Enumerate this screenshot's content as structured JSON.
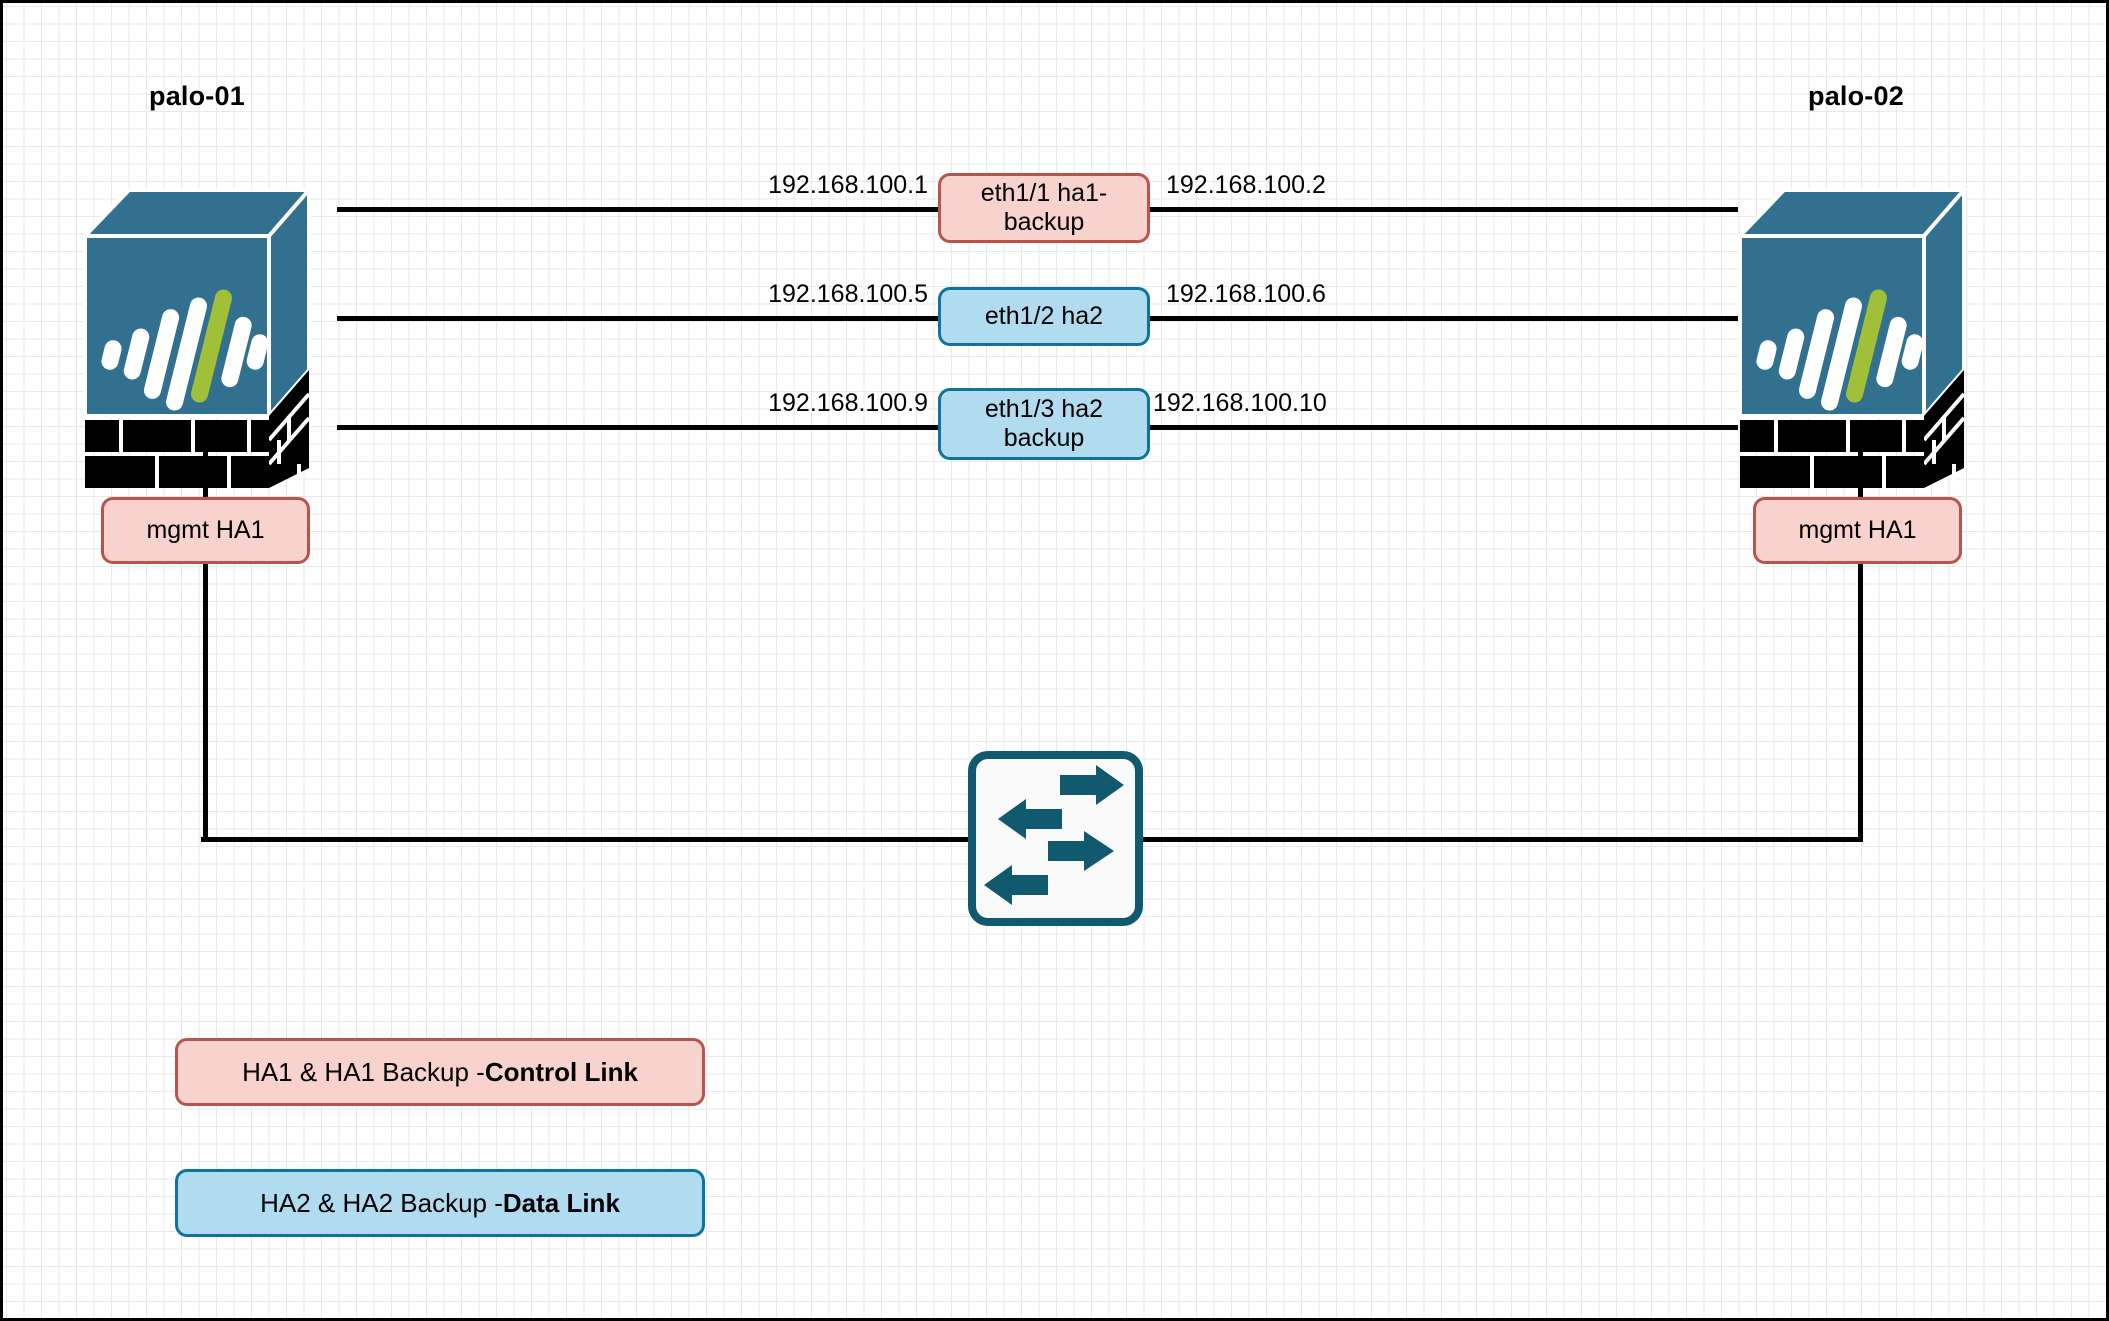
{
  "diagram": {
    "title_left": "palo-01",
    "title_right": "palo-02",
    "devices": [
      {
        "name": "palo-01",
        "type": "palo-alto-firewall"
      },
      {
        "name": "palo-02",
        "type": "palo-alto-firewall"
      }
    ],
    "links": [
      {
        "interface": "eth1/1 ha1-\nbackup",
        "interface_line1": "eth1/1 ha1-",
        "interface_line2": "backup",
        "kind": "control",
        "color": "#f8d2cc",
        "border": "#b85450",
        "left_ip": "192.168.100.1",
        "right_ip": "192.168.100.2"
      },
      {
        "interface": "eth1/2 ha2",
        "interface_line1": "eth1/2 ha2",
        "interface_line2": "",
        "kind": "data",
        "color": "#b1dcef",
        "border": "#10739e",
        "left_ip": "192.168.100.5",
        "right_ip": "192.168.100.6"
      },
      {
        "interface": "eth1/3 ha2 backup",
        "interface_line1": "eth1/3 ha2",
        "interface_line2": "backup",
        "kind": "data",
        "color": "#b1dcef",
        "border": "#10739e",
        "left_ip": "192.168.100.9",
        "right_ip": "192.168.100.10"
      }
    ],
    "mgmt": {
      "left_label": "mgmt HA1",
      "right_label": "mgmt HA1"
    },
    "switch": {
      "type": "network-switch",
      "border_color": "#10739e",
      "arrow_color": "#10596f"
    },
    "legend": [
      {
        "prefix": "HA1 & HA1 Backup - ",
        "strong": "Control Link",
        "fill": "#f8d2cc",
        "border": "#b85450"
      },
      {
        "prefix": "HA2 & HA2 Backup - ",
        "strong": "Data Link",
        "fill": "#b1dcef",
        "border": "#10739e"
      }
    ],
    "palette": {
      "firewall_body": "#31708f",
      "firewall_accent_green": "#a2c037",
      "firewall_brick": "#000000",
      "link_line": "#000000"
    }
  }
}
